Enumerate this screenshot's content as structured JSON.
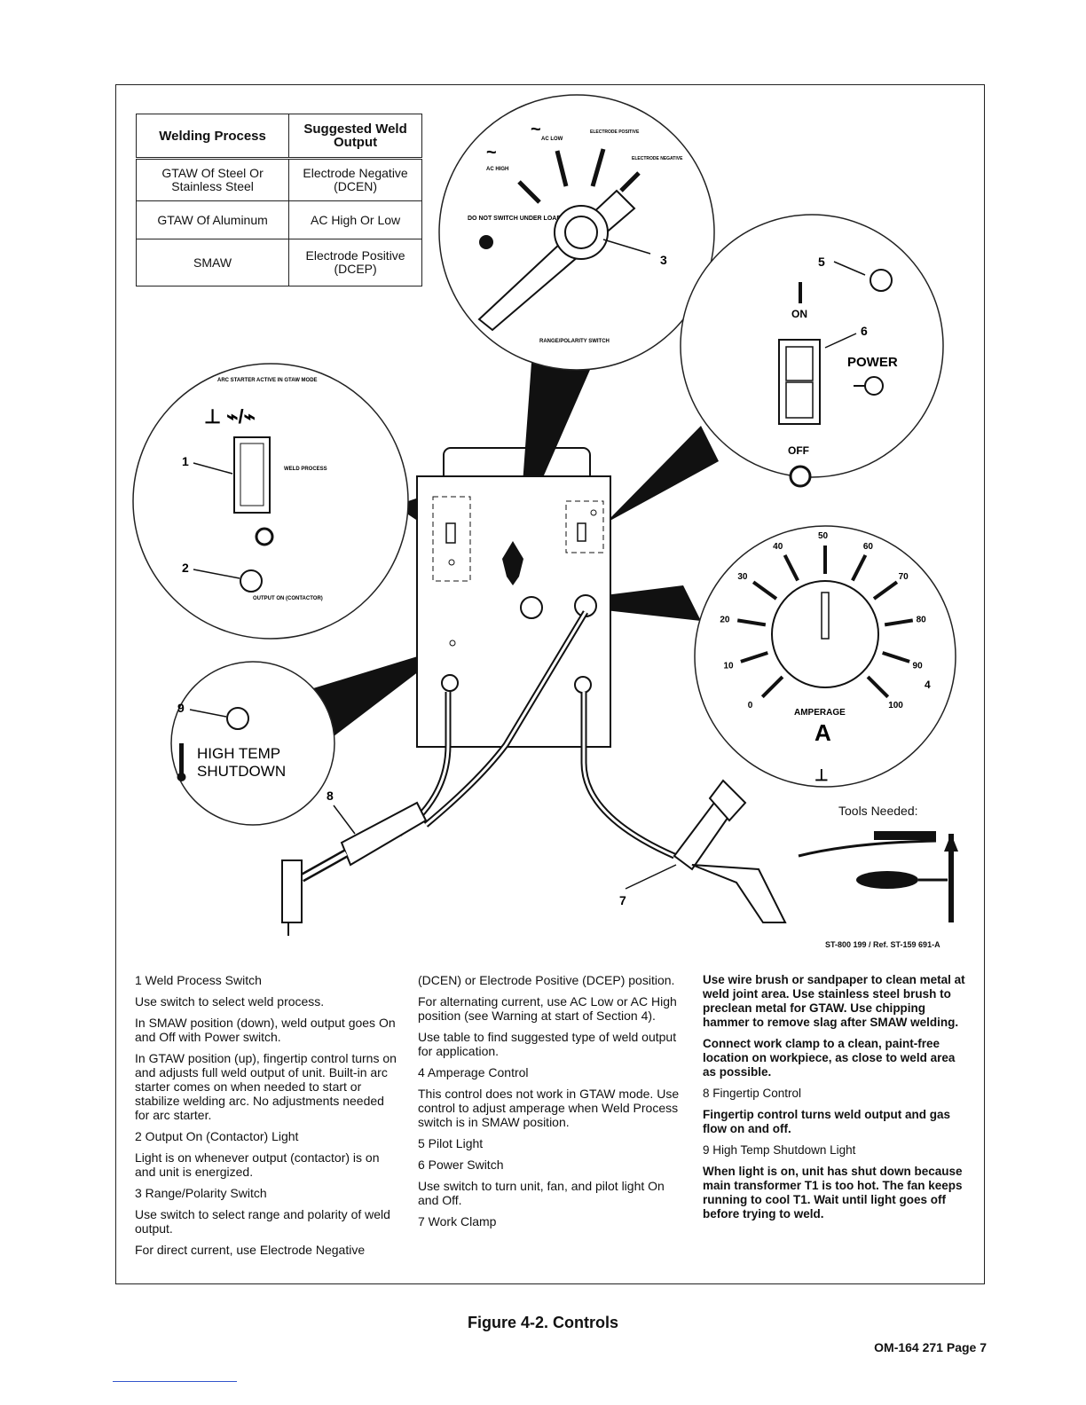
{
  "table": {
    "header": [
      "Welding Process",
      "Suggested Weld Output"
    ],
    "rows": [
      [
        "GTAW Of Steel Or Stainless Steel",
        "Electrode Negative (DCEN)"
      ],
      [
        "GTAW Of Aluminum",
        "AC High Or Low"
      ],
      [
        "SMAW",
        "Electrode Positive (DCEP)"
      ]
    ]
  },
  "figure": {
    "range_switch": {
      "ac_high": "AC HIGH",
      "ac_low": "AC LOW",
      "electrode_positive": "ELECTRODE POSITIVE",
      "electrode_negative": "ELECTRODE NEGATIVE",
      "warning": "DO NOT SWITCH UNDER LOAD",
      "name": "RANGE/POLARITY SWITCH",
      "callout": "3"
    },
    "power": {
      "on": "ON",
      "off": "OFF",
      "label": "POWER",
      "callout_pilot": "5",
      "callout_switch": "6"
    },
    "process": {
      "arc_starter": "ARC STARTER ACTIVE IN GTAW MODE",
      "weld_process": "WELD PROCESS",
      "output_on": "OUTPUT ON (CONTACTOR)",
      "callout_switch": "1",
      "callout_light": "2"
    },
    "amperage": {
      "label": "AMPERAGE",
      "unit": "A",
      "callout": "4",
      "scale": [
        "0",
        "10",
        "20",
        "30",
        "40",
        "50",
        "60",
        "70",
        "80",
        "90",
        "100"
      ]
    },
    "temp": {
      "line1": "HIGH TEMP",
      "line2": "SHUTDOWN",
      "callout": "9"
    },
    "callout_torch": "8",
    "callout_clamp": "7",
    "tools_needed": "Tools Needed:",
    "ref": "ST-800 199 / Ref. ST-159 691-A"
  },
  "text": {
    "c1": [
      "1 Weld Process Switch",
      "Use switch to select weld process.",
      "In SMAW position (down), weld output goes On and Off with Power switch.",
      "In GTAW position (up), fingertip control turns on and adjusts full weld output of unit. Built-in arc starter comes on when needed to start or stabilize welding arc. No adjustments needed for arc starter.",
      "2 Output On (Contactor) Light",
      "Light is on whenever output (contactor) is on and unit is energized.",
      "3 Range/Polarity Switch",
      "Use switch to select range and polarity of weld output.",
      "For direct current, use Electrode Negative"
    ],
    "c2": [
      "(DCEN) or Electrode Positive (DCEP) position.",
      "For alternating current, use AC Low or AC High position (see Warning at start of Section 4).",
      "Use table to find suggested type of weld output for application.",
      "4 Amperage Control",
      "This control does not work in GTAW mode. Use control to adjust amperage when Weld Process switch is in SMAW position.",
      "5 Pilot Light",
      "6 Power Switch",
      "Use switch to turn unit, fan, and pilot light On and Off.",
      "7 Work Clamp"
    ],
    "c3": [
      "Use wire brush or sandpaper to clean metal at weld joint area. Use stainless steel brush to preclean metal for GTAW. Use chipping hammer to remove slag after SMAW welding.",
      "Connect work clamp to a clean, paint-free location on workpiece, as close to weld area as possible.",
      "8 Fingertip Control",
      "Fingertip control turns weld output and gas flow on and off.",
      "9 High Temp Shutdown Light",
      "When light is on, unit has shut down because main transformer T1 is too hot. The fan keeps running to cool T1. Wait until light goes off before trying to weld."
    ]
  },
  "caption": "Figure 4-2. Controls",
  "page": "OM-164 271 Page 7"
}
